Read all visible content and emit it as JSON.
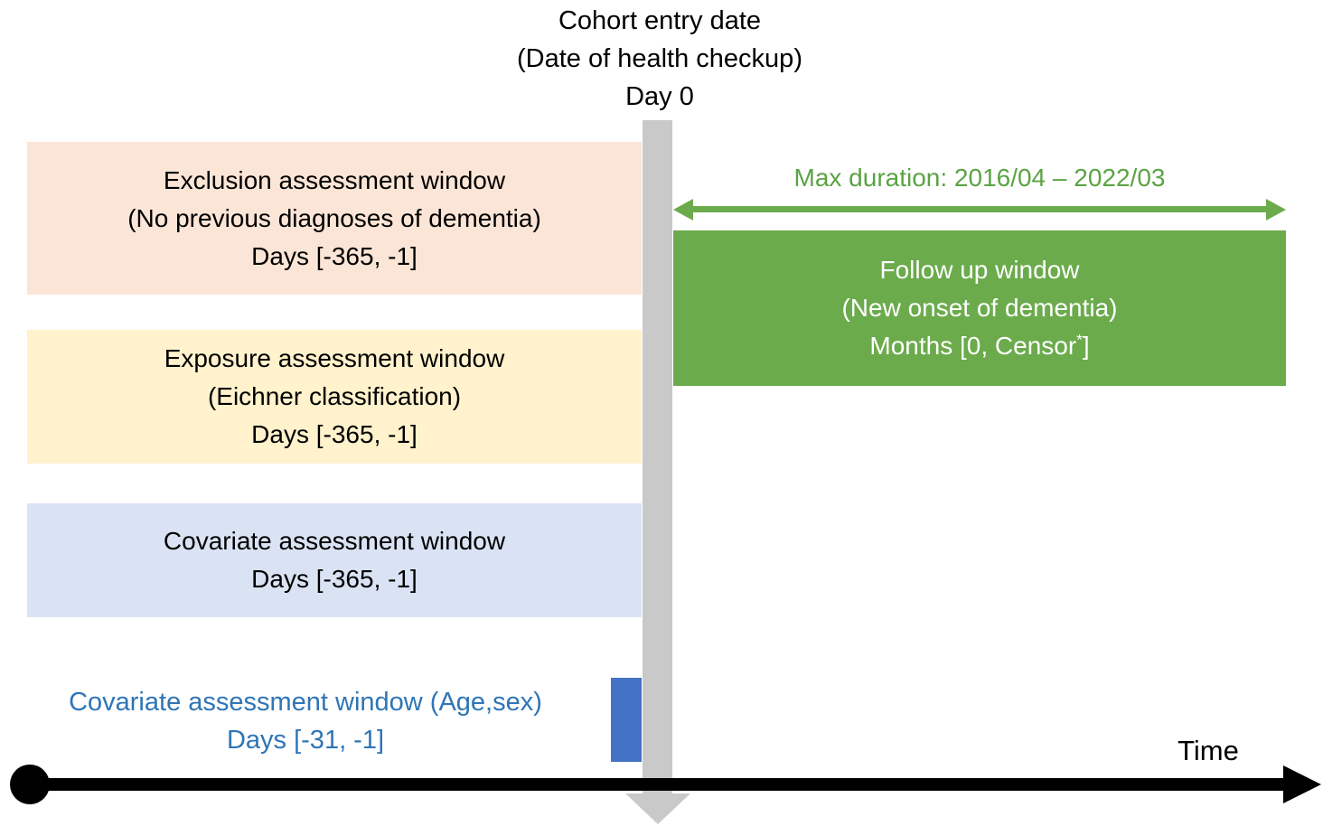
{
  "header": {
    "line1": "Cohort entry date",
    "line2": "(Date of health checkup)",
    "line3": "Day 0"
  },
  "exclusion_window": {
    "title": "Exclusion assessment window",
    "subtitle": "(No previous diagnoses of dementia)",
    "range": "Days [-365, -1]",
    "bg_color": "#FBE5D6"
  },
  "exposure_window": {
    "title": "Exposure assessment window",
    "subtitle": "(Eichner classification)",
    "range": "Days [-365, -1]",
    "bg_color": "#FFF2CC"
  },
  "covariate_window": {
    "title": "Covariate assessment window",
    "range": "Days [-365, -1]",
    "bg_color": "#DAE3F3"
  },
  "covariate_short_window": {
    "label": "Covariate assessment window (Age,sex)",
    "range": "Days [-31, -1]",
    "text_color": "#2E75B6",
    "marker_color": "#4472C4"
  },
  "followup_window": {
    "title": "Follow up window",
    "subtitle": "(New onset of dementia)",
    "range_prefix": "Months [0, Censor",
    "range_sup": "*",
    "range_suffix": "]",
    "bg_color": "#6BAB4C",
    "text_color": "#FFFFFF"
  },
  "max_duration": {
    "label": "Max duration: 2016/04 – 2022/03",
    "color": "#5BA344"
  },
  "day0_marker": {
    "color": "#C9C9C9"
  },
  "timeline": {
    "label": "Time",
    "color": "#000000"
  }
}
